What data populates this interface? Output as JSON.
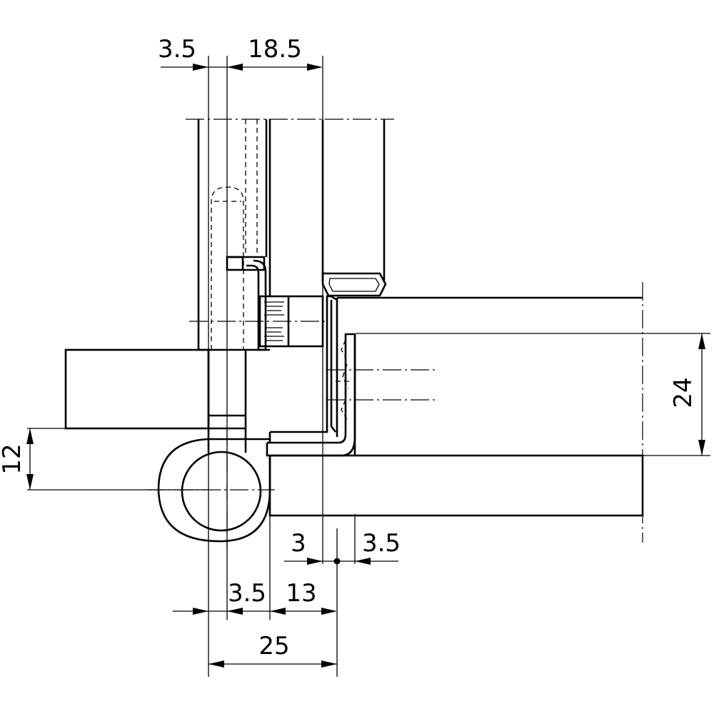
{
  "dimensions": {
    "top_left": "3.5",
    "top_right": "18.5",
    "right_height": "24",
    "left_height": "12",
    "gap_left": "3",
    "gap_right": "3.5",
    "bottom_small": "3.5",
    "bottom_mid": "13",
    "bottom_total": "25"
  }
}
